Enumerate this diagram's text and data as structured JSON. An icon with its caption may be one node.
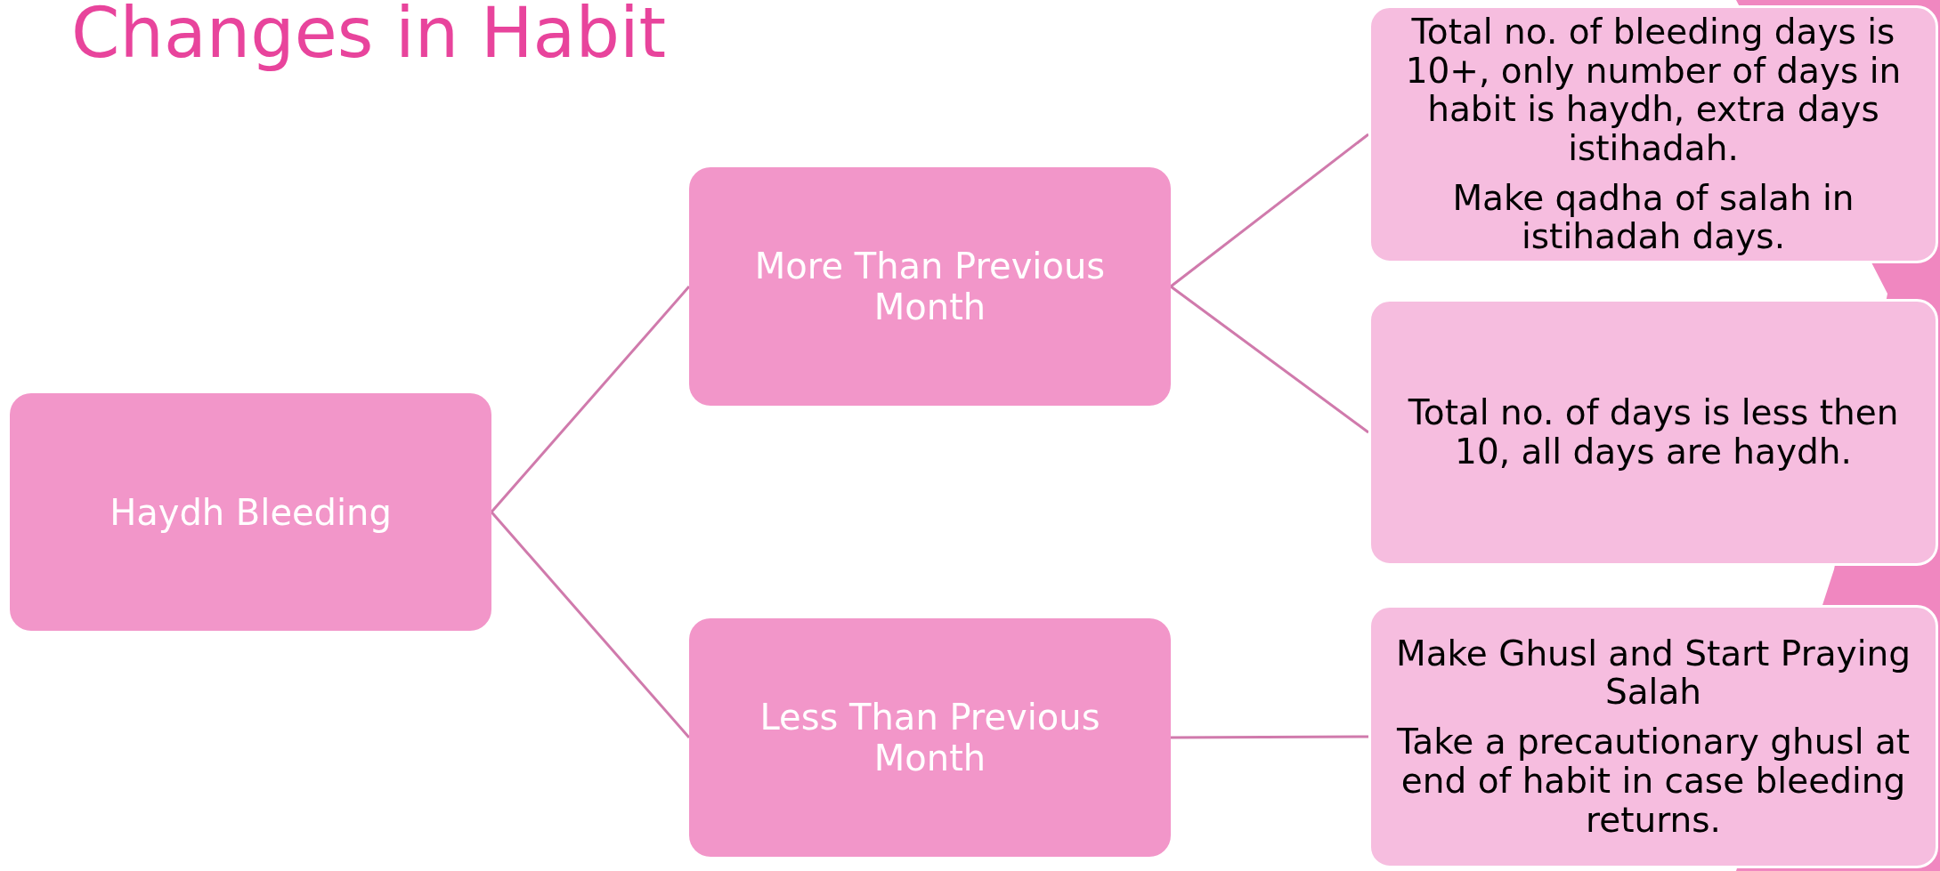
{
  "diagram": {
    "title": "Changes in Habit",
    "nodes": [
      {
        "text": [
          "Haydh Bleeding"
        ]
      },
      {
        "text": [
          "More Than Previous Month"
        ]
      },
      {
        "text": [
          "Less Than Previous Month"
        ]
      },
      {
        "text": [
          "Total no. of bleeding days is 10+, only number of days in habit is haydh, extra days istihadah.",
          "Make qadha of salah in istihadah days."
        ]
      },
      {
        "text": [
          "Total no. of days is less then 10, all days are haydh."
        ]
      },
      {
        "text": [
          "Make Ghusl and Start Praying Salah",
          "Take a precautionary ghusl at end of habit in case bleeding returns."
        ]
      }
    ],
    "edges": [
      {
        "from": 0,
        "to": 1,
        "arrow": "none"
      },
      {
        "from": 0,
        "to": 2,
        "arrow": "none"
      },
      {
        "from": 1,
        "to": 3,
        "arrow": "none"
      },
      {
        "from": 1,
        "to": 4,
        "arrow": "none"
      },
      {
        "from": 2,
        "to": 5,
        "arrow": "none"
      }
    ]
  }
}
